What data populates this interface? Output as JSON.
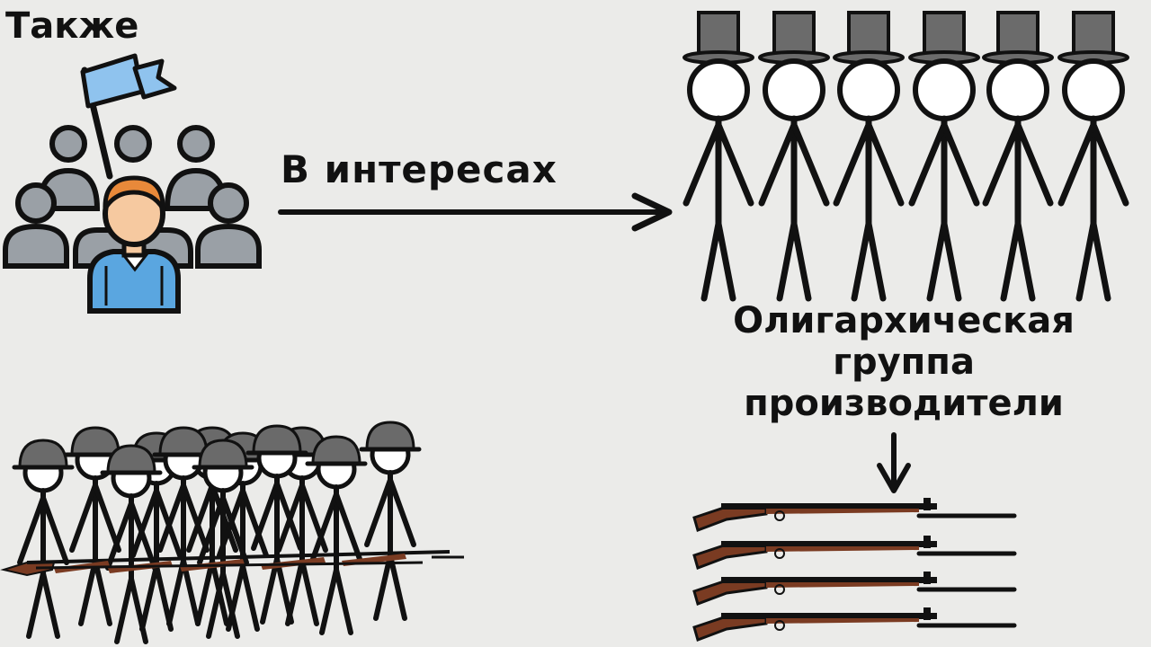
{
  "texts": {
    "also": "Также",
    "in_interests": "В интересах",
    "group_line1": "Олигархическая",
    "group_line2": "группа",
    "group_line3": "производители"
  },
  "icons": {
    "crowd": "crowd-with-leader-icon",
    "flag": "flag-icon",
    "oligarch": "top-hat-stick-figure-icon",
    "soldier": "helmet-soldier-stick-figure-icon",
    "rifle": "rifle-icon",
    "arrow": "arrow-icon"
  },
  "colors": {
    "background": "#ebebe9",
    "ink": "#111111",
    "crowd_gray": "#9aa0a6",
    "leader_hair": "#e8893a",
    "leader_skin": "#f6c9a0",
    "leader_suit": "#5aa6e0",
    "flag_blue": "#8fc3ee",
    "top_hat": "#6b6b6b",
    "helmet": "#6a6a6a",
    "rifle_wood": "#7a3b22"
  }
}
